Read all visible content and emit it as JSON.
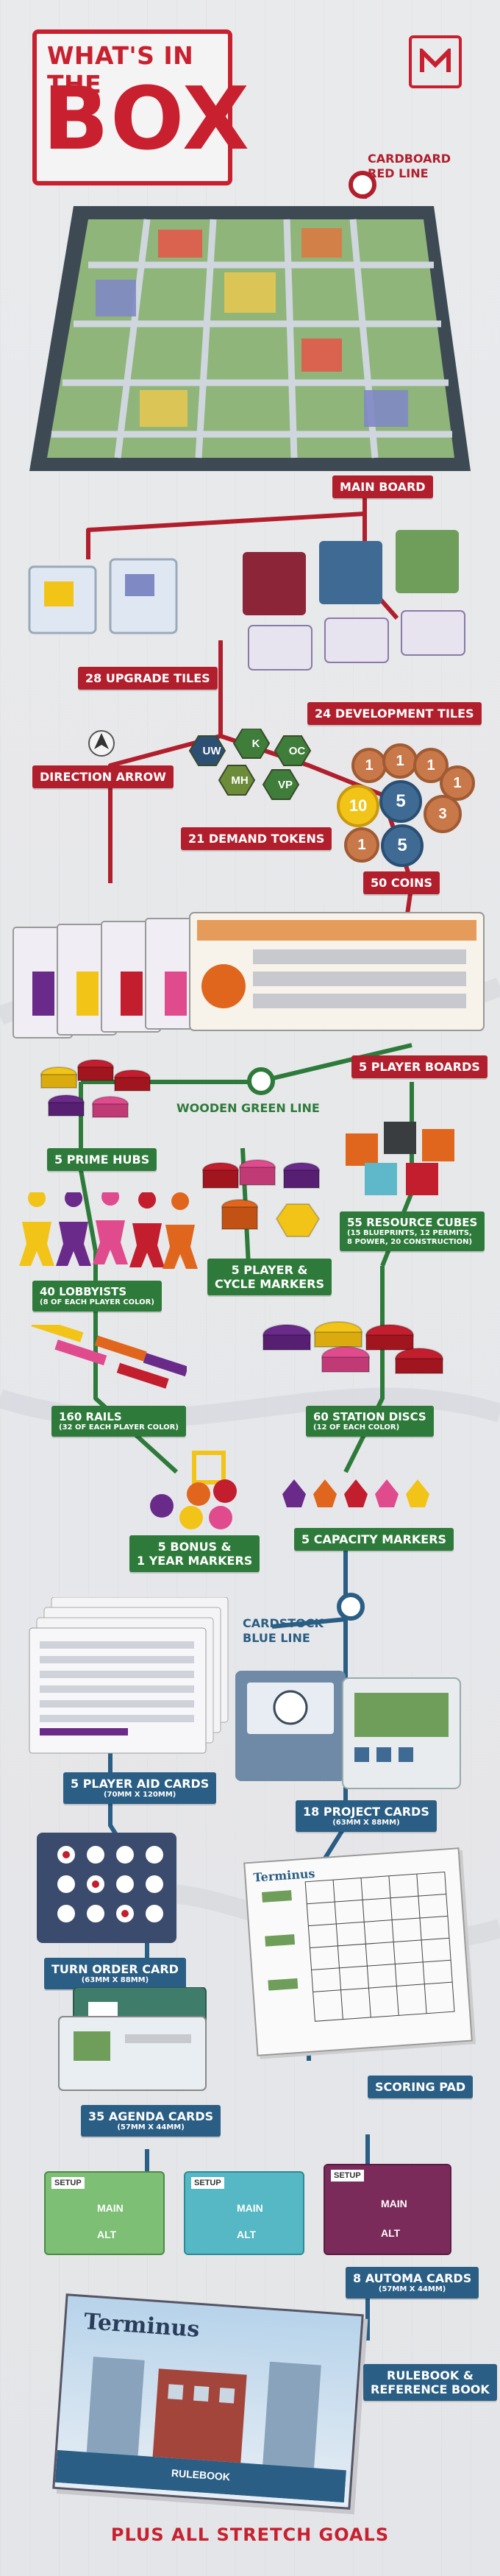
{
  "title": {
    "line1": "WHAT'S IN THE",
    "line2": "BOX"
  },
  "lines": {
    "red": {
      "label": "CARDBOARD\nRED LINE",
      "line1": "CARDBOARD",
      "line2": "RED LINE",
      "color": "#b11f2d"
    },
    "green": {
      "label": "WOODEN GREEN LINE",
      "color": "#2e7a3a"
    },
    "blue": {
      "line1": "CARDSTOCK",
      "line2": "BLUE LINE",
      "color": "#2a5e84"
    }
  },
  "labels": {
    "main_board": "MAIN BOARD",
    "upgrade_tiles": "28 UPGRADE TILES",
    "development_tiles": "24 DEVELOPMENT TILES",
    "direction_arrow": "DIRECTION ARROW",
    "demand_tokens": "21 DEMAND TOKENS",
    "coins": "50 COINS",
    "player_boards": "5 PLAYER BOARDS",
    "prime_hubs": "5 PRIME HUBS",
    "resource_cubes": "55 RESOURCE CUBES",
    "resource_cubes_sub": "(15 BLUEPRINTS, 12 PERMITS,",
    "resource_cubes_sub2": "8 POWER, 20 CONSTRUCTION)",
    "lobbyists": "40 LOBBYISTS",
    "lobbyists_sub": "(8 OF EACH PLAYER COLOR)",
    "player_cycle_markers_1": "5 PLAYER &",
    "player_cycle_markers_2": "CYCLE MARKERS",
    "rails": "160 RAILS",
    "rails_sub": "(32 OF EACH PLAYER COLOR)",
    "station_discs": "60 STATION DISCS",
    "station_discs_sub": "(12 OF EACH COLOR)",
    "bonus_markers_1": "5 BONUS &",
    "bonus_markers_2": "1 YEAR MARKERS",
    "capacity_markers": "5 CAPACITY MARKERS",
    "player_aid_cards": "5 PLAYER AID CARDS",
    "player_aid_cards_sub": "(70MM X 120MM)",
    "project_cards": "18 PROJECT CARDS",
    "project_cards_sub": "(63MM X 88MM)",
    "turn_order_card": "TURN ORDER CARD",
    "turn_order_card_sub": "(63MM X 88MM)",
    "scoring_pad": "SCORING PAD",
    "agenda_cards": "35 AGENDA CARDS",
    "agenda_cards_sub": "(57MM X 44MM)",
    "automa_cards": "8 AUTOMA CARDS",
    "automa_cards_sub": "(57MM X 44MM)",
    "rulebook_1": "RULEBOOK &",
    "rulebook_2": "REFERENCE BOOK"
  },
  "demand_token_labels": [
    "UW",
    "K",
    "OC",
    "MH",
    "VP"
  ],
  "coin_values": [
    "1",
    "1",
    "1",
    "1",
    "10",
    "5",
    "3",
    "5",
    "1"
  ],
  "card_text": {
    "setup": "SETUP",
    "main": "MAIN",
    "alt": "ALT",
    "rulebook_title": "Terminus",
    "rulebook_footer": "RULEBOOK",
    "scoring_title": "Terminus"
  },
  "footer": "PLUS ALL STRETCH GOALS",
  "colors": {
    "red": "#b11f2d",
    "green": "#2e7a3a",
    "blue": "#2a5e84",
    "purple": "#6a2a8a",
    "yellow": "#f2c418",
    "orange": "#e0661d",
    "magenta": "#e04b8e",
    "crimson": "#c21e2e"
  }
}
